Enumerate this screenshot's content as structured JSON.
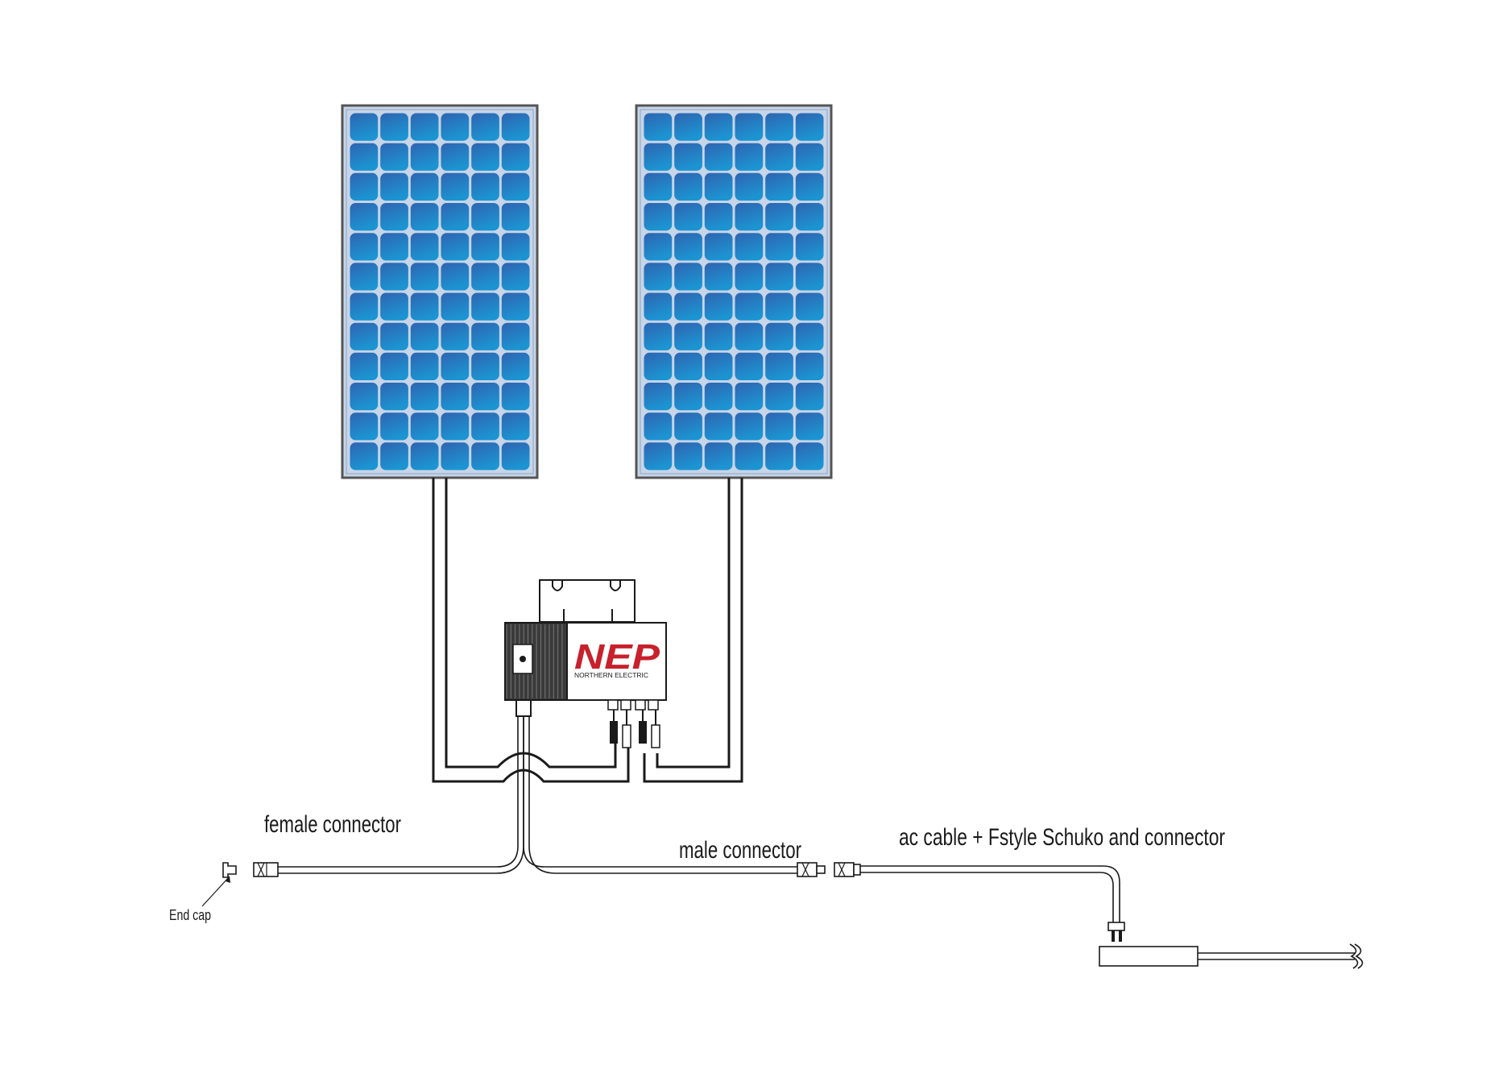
{
  "labels": {
    "female_connector": "female connector",
    "male_connector": "male connector",
    "ac_cable": "ac cable +  Fstyle Schuko  and connector",
    "end_cap": "End cap"
  },
  "inverter": {
    "brand": "NEP",
    "subtitle": "NORTHERN ELECTRIC",
    "brand_color": "#c8202c"
  },
  "panels": {
    "count": 2,
    "rows": 12,
    "cols": 6,
    "cell_color_top": "#2f64b0",
    "cell_color_bottom": "#1c94d2",
    "gap_color": "#c7d5e8",
    "frame_color": "#555555"
  }
}
